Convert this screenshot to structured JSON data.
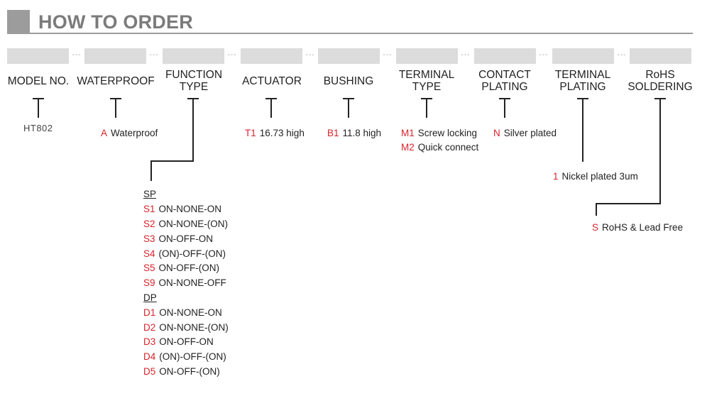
{
  "header": {
    "title": "HOW TO ORDER"
  },
  "separator": "---",
  "fields": [
    {
      "label": "MODEL NO."
    },
    {
      "label": "WATERPROOF"
    },
    {
      "label1": "FUNCTION",
      "label2": "TYPE"
    },
    {
      "label": "ACTUATOR"
    },
    {
      "label": "BUSHING"
    },
    {
      "label1": "TERMINAL",
      "label2": "TYPE"
    },
    {
      "label1": "CONTACT",
      "label2": "PLATING"
    },
    {
      "label1": "TERMINAL",
      "label2": "PLATING"
    },
    {
      "label1": "RoHS",
      "label2": "SOLDERING"
    }
  ],
  "model": {
    "value": "HT802"
  },
  "waterproof": {
    "code": "A",
    "text": "Waterproof"
  },
  "actuator": {
    "code": "T1",
    "text": "16.73 high"
  },
  "bushing": {
    "code": "B1",
    "text": "11.8 high"
  },
  "terminal_type": [
    {
      "code": "M1",
      "text": "Screw locking"
    },
    {
      "code": "M2",
      "text": "Quick connect"
    }
  ],
  "contact_plating": {
    "code": "N",
    "text": "Silver plated"
  },
  "terminal_plating": {
    "code": "1",
    "text": "Nickel plated 3um"
  },
  "rohs": {
    "code": "S",
    "text": "RoHS & Lead Free"
  },
  "function_type": {
    "sp_label": "SP",
    "sp": [
      {
        "code": "S1",
        "text": "ON-NONE-ON"
      },
      {
        "code": "S2",
        "text": "ON-NONE-(ON)"
      },
      {
        "code": "S3",
        "text": "ON-OFF-ON"
      },
      {
        "code": "S4",
        "text": "(ON)-OFF-(ON)"
      },
      {
        "code": "S5",
        "text": "ON-OFF-(ON)"
      },
      {
        "code": "S9",
        "text": "ON-NONE-OFF"
      }
    ],
    "dp_label": "DP",
    "dp": [
      {
        "code": "D1",
        "text": "ON-NONE-ON"
      },
      {
        "code": "D2",
        "text": "ON-NONE-(ON)"
      },
      {
        "code": "D3",
        "text": "ON-OFF-ON"
      },
      {
        "code": "D4",
        "text": "(ON)-OFF-(ON)"
      },
      {
        "code": "D5",
        "text": "ON-OFF-(ON)"
      }
    ]
  },
  "colors": {
    "accent_code": "#d8232a",
    "header_gray": "#7b7b7b",
    "box_gray": "#dcdcdc"
  }
}
